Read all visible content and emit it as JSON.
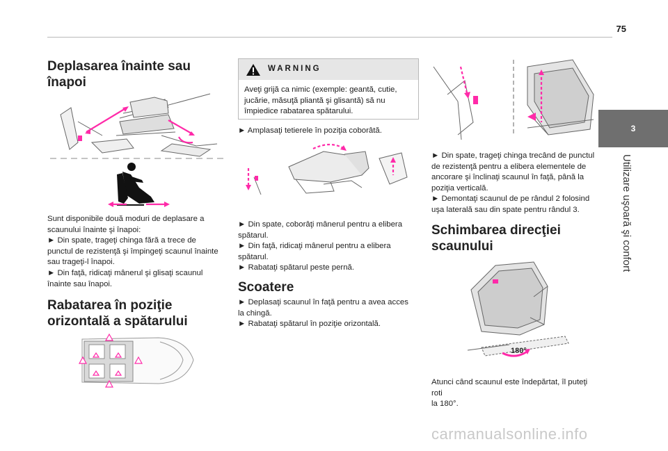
{
  "page": {
    "number": "75"
  },
  "side_tab": {
    "number": "3",
    "label": "Utilizare uşoară şi confort"
  },
  "col1": {
    "heading1": [
      "Deplasarea înainte sau",
      "înapoi"
    ],
    "para1": [
      "Sunt disponibile două moduri de deplasare a",
      "scaunului înainte şi înapoi:",
      "► Din spate, trageţi chinga fără a trece de",
      "punctul de rezistenţă şi împingeţi scaunul înainte",
      "sau trageţi-l înapoi.",
      "► Din faţă, ridicaţi mânerul şi glisaţi scaunul",
      "înainte sau înapoi."
    ],
    "heading2": [
      "Rabatarea în poziţie",
      "orizontală a spătarului"
    ]
  },
  "col2": {
    "warning": {
      "title": "WARNING",
      "text": [
        "Aveţi grijă ca nimic (exemple: geantă, cutie,",
        "jucărie, măsuţă pliantă şi glisantă) să nu",
        "împiedice rabatarea spătarului."
      ]
    },
    "step1": "► Amplasaţi tetierele în poziţia coborâtă.",
    "steps2": [
      "► Din spate, coborâţi mânerul pentru a elibera",
      "spătarul.",
      "► Din faţă, ridicaţi mânerul pentru a elibera",
      "spătarul.",
      "► Rabataţi spătarul peste pernă."
    ],
    "heading3": "Scoatere",
    "steps3": [
      "► Deplasaţi scaunul în faţă pentru a avea acces",
      "la chingă.",
      "► Rabataţi spătarul în poziţie orizontală."
    ]
  },
  "col3": {
    "steps4": [
      "► Din spate, trageţi chinga trecând de punctul",
      "de rezistenţă pentru a elibera elementele de",
      "ancorare şi înclinaţi scaunul în faţă, până la",
      "poziţia verticală.",
      "► Demontaţi scaunul de pe rândul 2 folosind",
      "uşa laterală sau din spate pentru rândul 3."
    ],
    "heading4": [
      "Schimbarea direcţiei",
      "scaunului"
    ],
    "rotation_label": "180°",
    "caption": [
      "Atunci când scaunul este îndepărtat, îl puteţi roti",
      "la 180°."
    ]
  },
  "watermark": "carmanualsonline.info",
  "colors": {
    "accent": "#ff2aa9",
    "tab": "#6f6f6f",
    "warning_fill": "#e6e6e6"
  }
}
